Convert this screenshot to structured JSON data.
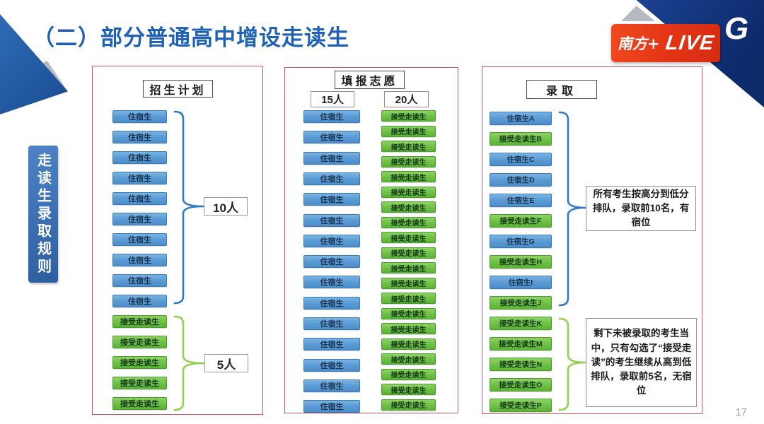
{
  "slide": {
    "title": "（二）部分普通高中增设走读生",
    "page_number": "17"
  },
  "logo": {
    "brand_text": "南方+",
    "live_text": "LIVE",
    "station_mark": "G"
  },
  "sidebar": {
    "label": "走读生录取规则"
  },
  "plan": {
    "header": "招生计划",
    "boarder_label": "住宿生",
    "boarder_count": 10,
    "boarder_total_label": "10人",
    "day_label": "接受走读生",
    "day_count": 5,
    "day_total_label": "5人"
  },
  "apply": {
    "header": "填报志愿",
    "boarder_count_label": "15人",
    "day_count_label": "20人",
    "boarder_label": "住宿生",
    "boarder_count": 15,
    "day_label": "接受走读生",
    "day_count": 20
  },
  "admit": {
    "header": "录取",
    "items": [
      {
        "label": "住宿生A",
        "type": "boarder"
      },
      {
        "label": "接受走读生B",
        "type": "day"
      },
      {
        "label": "住宿生C",
        "type": "boarder"
      },
      {
        "label": "住宿生D",
        "type": "boarder"
      },
      {
        "label": "住宿生E",
        "type": "boarder"
      },
      {
        "label": "接受走读生F",
        "type": "day"
      },
      {
        "label": "住宿生G",
        "type": "boarder"
      },
      {
        "label": "接受走读生H",
        "type": "day"
      },
      {
        "label": "住宿生I",
        "type": "boarder"
      },
      {
        "label": "接受走读生J",
        "type": "day"
      },
      {
        "label": "接受走读生K",
        "type": "day"
      },
      {
        "label": "接受走读生M",
        "type": "day"
      },
      {
        "label": "接受走读生N",
        "type": "day"
      },
      {
        "label": "接受走读生O",
        "type": "day"
      },
      {
        "label": "接受走读生P",
        "type": "day"
      }
    ],
    "note_top": "所有考生按高分到低分排队，录取前10名，有宿位",
    "note_bottom": "剩下未被录取的考生当中，只有勾选了“接受走读”的考生继续从高到低排队，录取前5名，无宿位"
  },
  "colors": {
    "boarder_fill": "#5b9bd5",
    "day_fill": "#6cc043",
    "title_blue": "#1f61b5",
    "panel_border": "#c05964",
    "banner_red": "#e23415",
    "corner_navy": "#0d2a6b"
  }
}
